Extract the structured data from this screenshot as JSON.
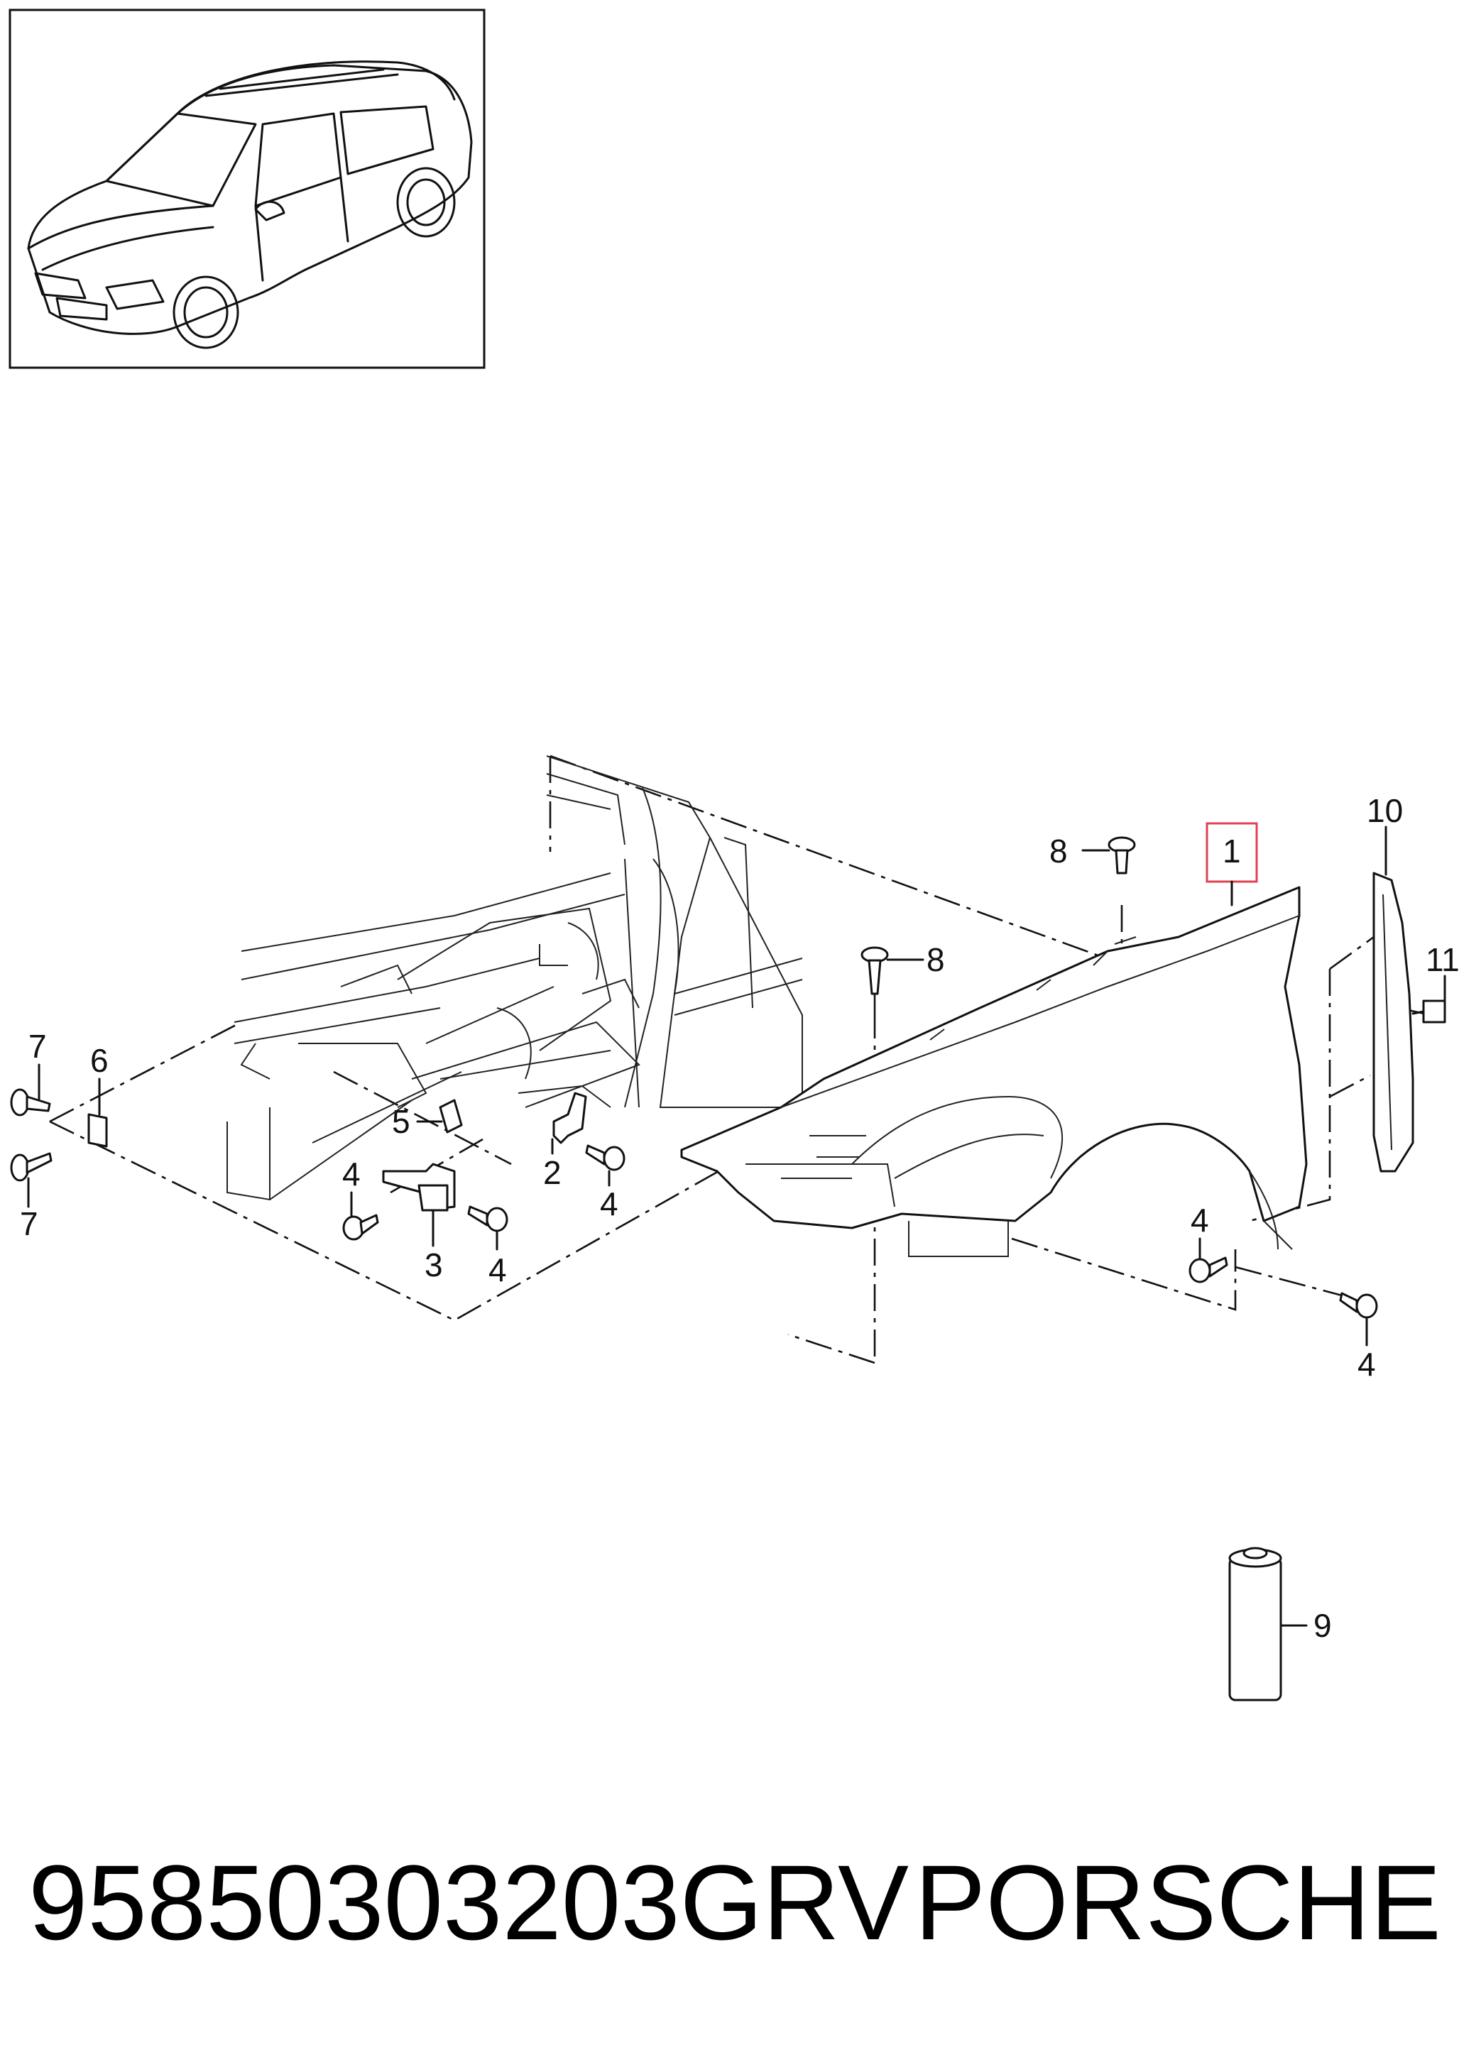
{
  "callouts": {
    "c1": "1",
    "c2": "2",
    "c3": "3",
    "c4a": "4",
    "c4b": "4",
    "c4c": "4",
    "c4d": "4",
    "c4e": "4",
    "c5": "5",
    "c6": "6",
    "c7a": "7",
    "c7b": "7",
    "c8a": "8",
    "c8b": "8",
    "c9": "9",
    "c10": "10",
    "c11": "11"
  },
  "highlight_color": "#e04050",
  "footer": {
    "part_number": "95850303203GRV",
    "brand": "PORSCHE"
  }
}
